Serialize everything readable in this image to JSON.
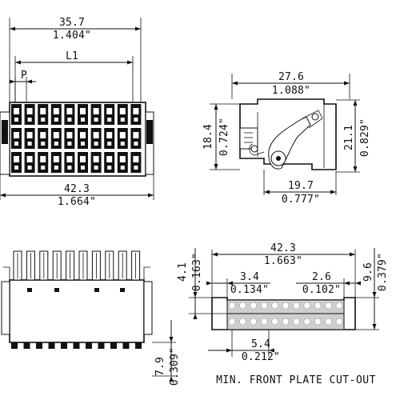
{
  "front_view": {
    "overall_top_mm": "35.7",
    "overall_top_in": "1.404\"",
    "l1_label": "L1",
    "pitch_label": "P",
    "overall_bottom_mm": "42.3",
    "overall_bottom_in": "1.664\""
  },
  "side_view": {
    "width_mm": "27.6",
    "width_in": "1.088\"",
    "height_left_mm": "18.4",
    "height_left_in": "0.724\"",
    "height_right_mm": "21.1",
    "height_right_in": "0.829\"",
    "depth_mm": "19.7",
    "depth_in": "0.777\""
  },
  "cutout": {
    "width_mm": "42.3",
    "width_in": "1.663\"",
    "left_height_mm": "4.1",
    "left_height_in": "0.163\"",
    "offset_a_mm": "3.4",
    "offset_a_in": "0.134\"",
    "offset_b_mm": "2.6",
    "offset_b_in": "0.102\"",
    "right_height_mm": "9.6",
    "right_height_in": "0.379\"",
    "bottom_mm": "5.4",
    "bottom_in": "0.212\"",
    "caption": "MIN. FRONT PLATE CUT-OUT"
  },
  "bottom_view": {
    "height_mm": "7.9",
    "height_in": "0.309\""
  }
}
